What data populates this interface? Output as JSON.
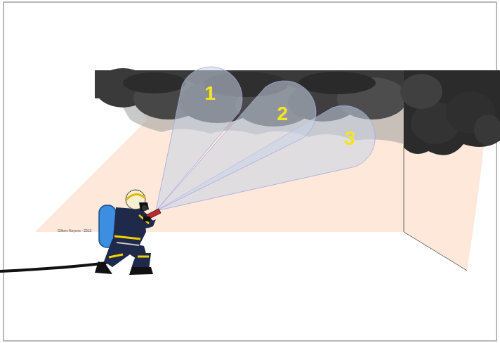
{
  "diagram": {
    "labels": [
      "1",
      "2",
      "3",
      "Gilbert Noyens - 2012"
    ]
  }
}
